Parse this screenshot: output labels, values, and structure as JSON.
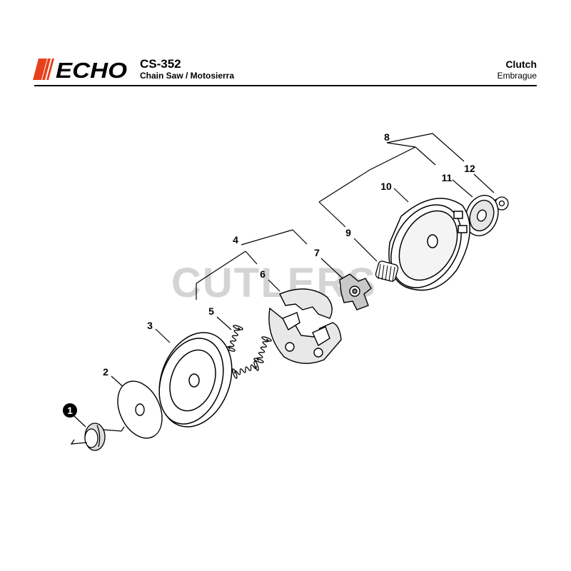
{
  "header": {
    "brand": "ECHO",
    "model": "CS-352",
    "model_subtitle": "Chain Saw / Motosierra",
    "section_title": "Clutch",
    "section_subtitle": "Embrague"
  },
  "watermark": "CUTLERS",
  "callouts": {
    "c1": "1",
    "c2": "2",
    "c3": "3",
    "c4": "4",
    "c5": "5",
    "c6": "6",
    "c7": "7",
    "c8": "8",
    "c9": "9",
    "c10": "10",
    "c11": "11",
    "c12": "12"
  }
}
